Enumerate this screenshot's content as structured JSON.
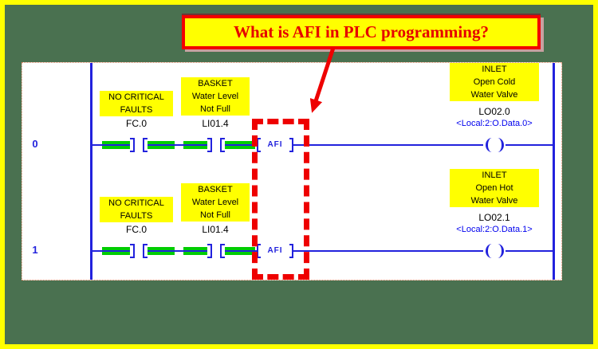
{
  "banner": {
    "text": "What is AFI in PLC programming?"
  },
  "panel": {
    "rungs": [
      {
        "number": "0",
        "contact1": {
          "label": "NO CRITICAL\nFAULTS",
          "tag": "FC.0"
        },
        "contact2": {
          "label": "BASKET\nWater Level\nNot Full",
          "tag": "LI01.4"
        },
        "afi": {
          "label": "AFI"
        },
        "output": {
          "label": "INLET\nOpen Cold\nWater Valve",
          "tag": "LO02.0",
          "address": "<Local:2:O.Data.0>"
        }
      },
      {
        "number": "1",
        "contact1": {
          "label": "NO CRITICAL\nFAULTS",
          "tag": "FC.0"
        },
        "contact2": {
          "label": "BASKET\nWater Level\nNot Full",
          "tag": "LI01.4"
        },
        "afi": {
          "label": "AFI"
        },
        "output": {
          "label": "INLET\nOpen Hot\nWater Valve",
          "tag": "LO02.1",
          "address": "<Local:2:O.Data.1>"
        }
      }
    ]
  },
  "colors": {
    "background_green": "#4a7150",
    "frame_yellow": "#ffff00",
    "ladder_blue": "#2222dd",
    "energized_green": "#00cc00",
    "annotation_red": "#ee0000",
    "label_yellow": "#ffff00",
    "address_blue": "#0000ee"
  }
}
